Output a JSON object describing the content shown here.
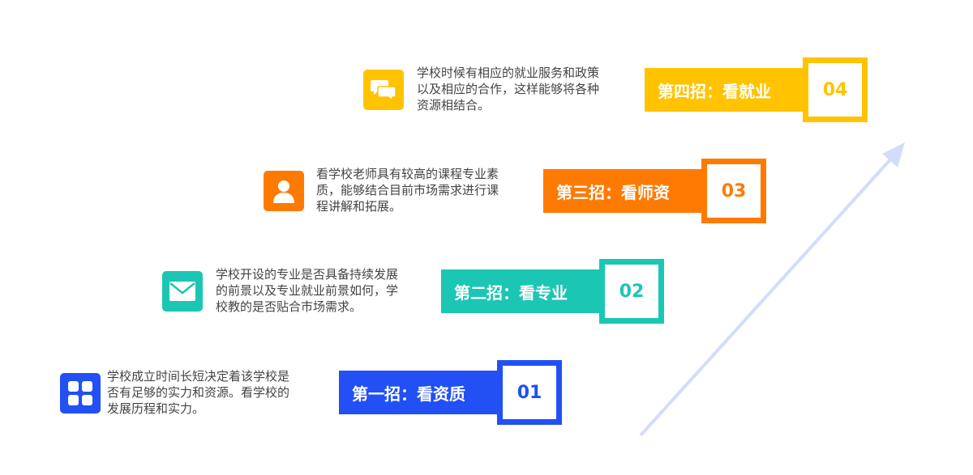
{
  "steps": [
    {
      "label": "第四招：看就业",
      "number": "04",
      "color": "#FFC300",
      "icon": "chat-bubbles-icon",
      "lines": [
        "学校时候有相应的就业服务和政策",
        "以及相应的合作，这样能够将各种",
        "资源相结合。"
      ]
    },
    {
      "label": "第三招：看师资",
      "number": "03",
      "color": "#FF7A00",
      "icon": "person-icon",
      "lines": [
        "看学校老师具有较高的课程专业素",
        "质，能够结合目前市场需求进行课",
        "程讲解和拓展。"
      ]
    },
    {
      "label": "第二招：看专业",
      "number": "02",
      "color": "#1CC6B4",
      "icon": "envelope-icon",
      "lines": [
        "学校开设的专业是否具备持续发展",
        "的前景以及专业就业前景如何，学",
        "校教的是否贴合市场需求。"
      ]
    },
    {
      "label": "第一招：看资质",
      "number": "01",
      "color": "#2250F4",
      "icon": "grid-icon",
      "lines": [
        "学校成立时间长短决定着该学校是",
        "否有足够的实力和资源。看学校的",
        "发展历程和实力。"
      ]
    }
  ],
  "arrow_color": "#D4DCFB"
}
